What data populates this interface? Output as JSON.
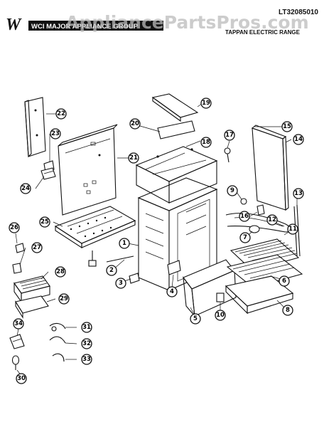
{
  "header": {
    "model_number": "LT32085010",
    "product_name": "TAPPAN ELECTRIC RANGE",
    "brand_band": "WCI MAJOR APPLIANCE GROUP",
    "watermark": "AppliancePartsPros.com"
  },
  "callouts": [
    "1",
    "2",
    "3",
    "4",
    "5",
    "6",
    "7",
    "8",
    "9",
    "10",
    "11",
    "12",
    "13",
    "14",
    "15",
    "16",
    "17",
    "18",
    "19",
    "20",
    "21",
    "22",
    "23",
    "24",
    "25",
    "26",
    "27",
    "28",
    "29",
    "30",
    "31",
    "32",
    "33",
    "34"
  ],
  "colors": {
    "ink": "#111111",
    "paper": "#ffffff",
    "watermark": "#bbbbbb"
  }
}
